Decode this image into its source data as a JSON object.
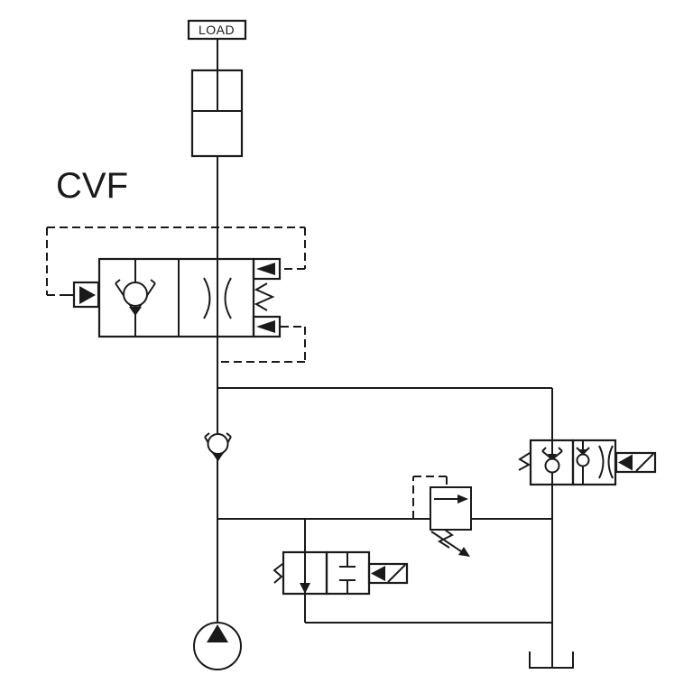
{
  "labels": {
    "load": "LOAD",
    "cvf": "CVF"
  },
  "colors": {
    "line": "#1a1a1a",
    "background": "#ffffff"
  },
  "components": [
    "load-box",
    "single-acting-cylinder",
    "cvf-pilot-operated-flow-control-valve",
    "check-valve-free-flow-up",
    "pilot-boxes-and-spring",
    "adjustable-relief-valve-with-pilot",
    "two-way-two-position-solenoid-valve",
    "solenoid-valve-with-check-and-restrictor",
    "fixed-displacement-pump",
    "tank"
  ]
}
